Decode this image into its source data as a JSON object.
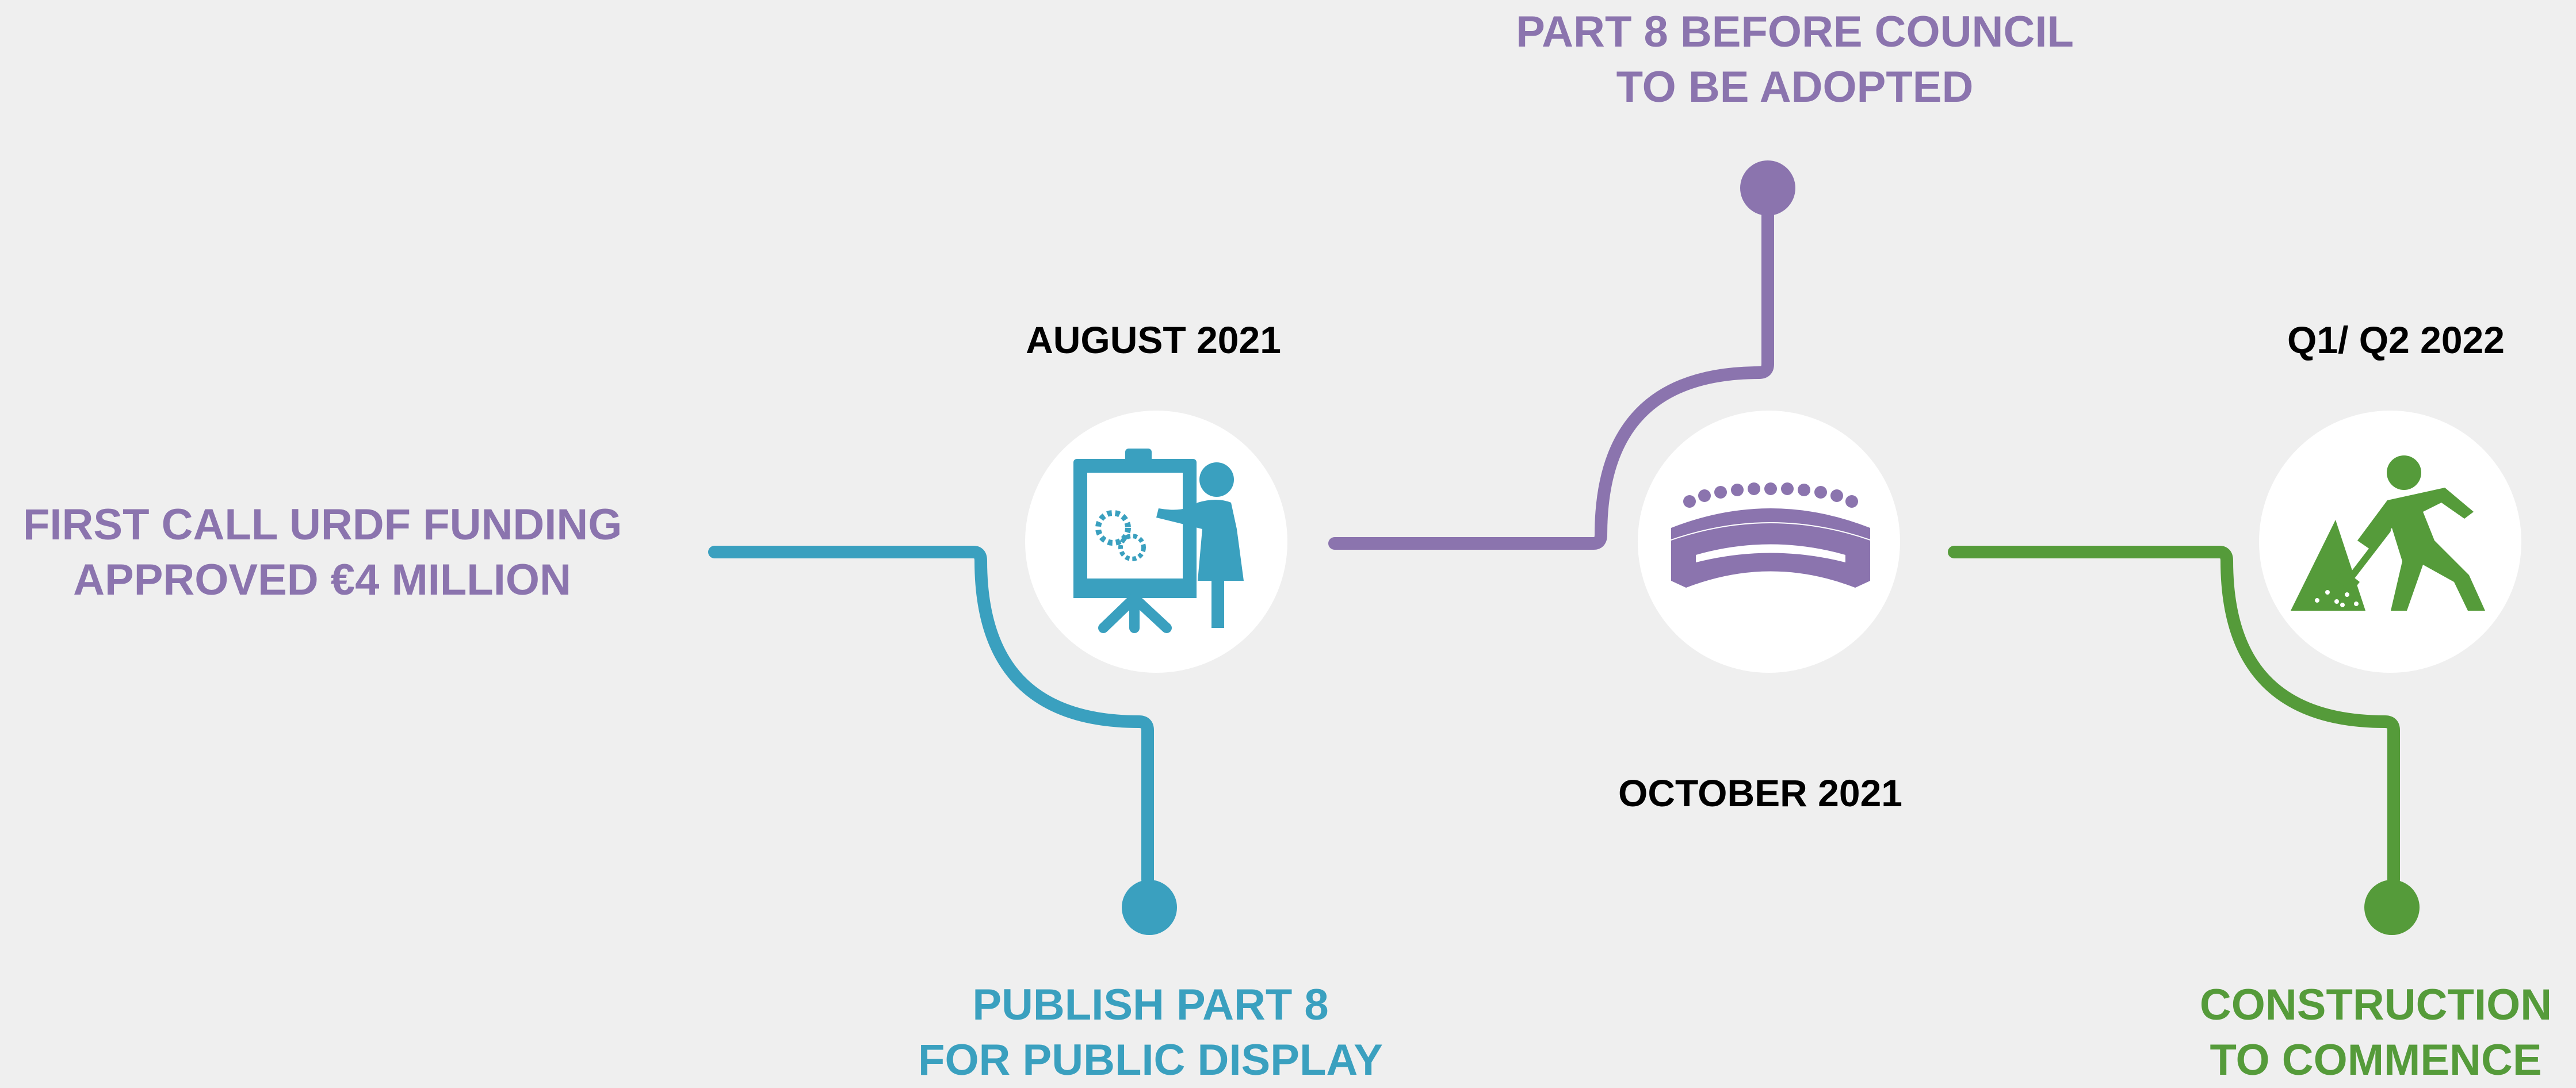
{
  "colors": {
    "background": "#efefef",
    "purple": "#8b74ae",
    "teal": "#3aa0bf",
    "green": "#559b3a",
    "date_text": "#000000",
    "circle_fill": "#ffffff"
  },
  "milestones": [
    {
      "id": "first-call",
      "caption_lines": [
        "FIRST CALL URDF FUNDING",
        "APPROVED €4 MILLION"
      ],
      "color": "#8b74ae"
    },
    {
      "id": "publish",
      "date": "AUGUST 2021",
      "caption_lines": [
        "PUBLISH PART 8",
        "FOR PUBLIC DISPLAY"
      ],
      "color": "#3aa0bf",
      "icon": "presentation-icon"
    },
    {
      "id": "council",
      "date": "OCTOBER 2021",
      "caption_lines": [
        "PART 8 BEFORE COUNCIL",
        "TO BE ADOPTED"
      ],
      "color": "#8b74ae",
      "icon": "council-chamber-icon"
    },
    {
      "id": "construction",
      "date": "Q1/ Q2 2022",
      "caption_lines": [
        "CONSTRUCTION",
        "TO COMMENCE"
      ],
      "color": "#559b3a",
      "icon": "construction-worker-icon"
    }
  ]
}
